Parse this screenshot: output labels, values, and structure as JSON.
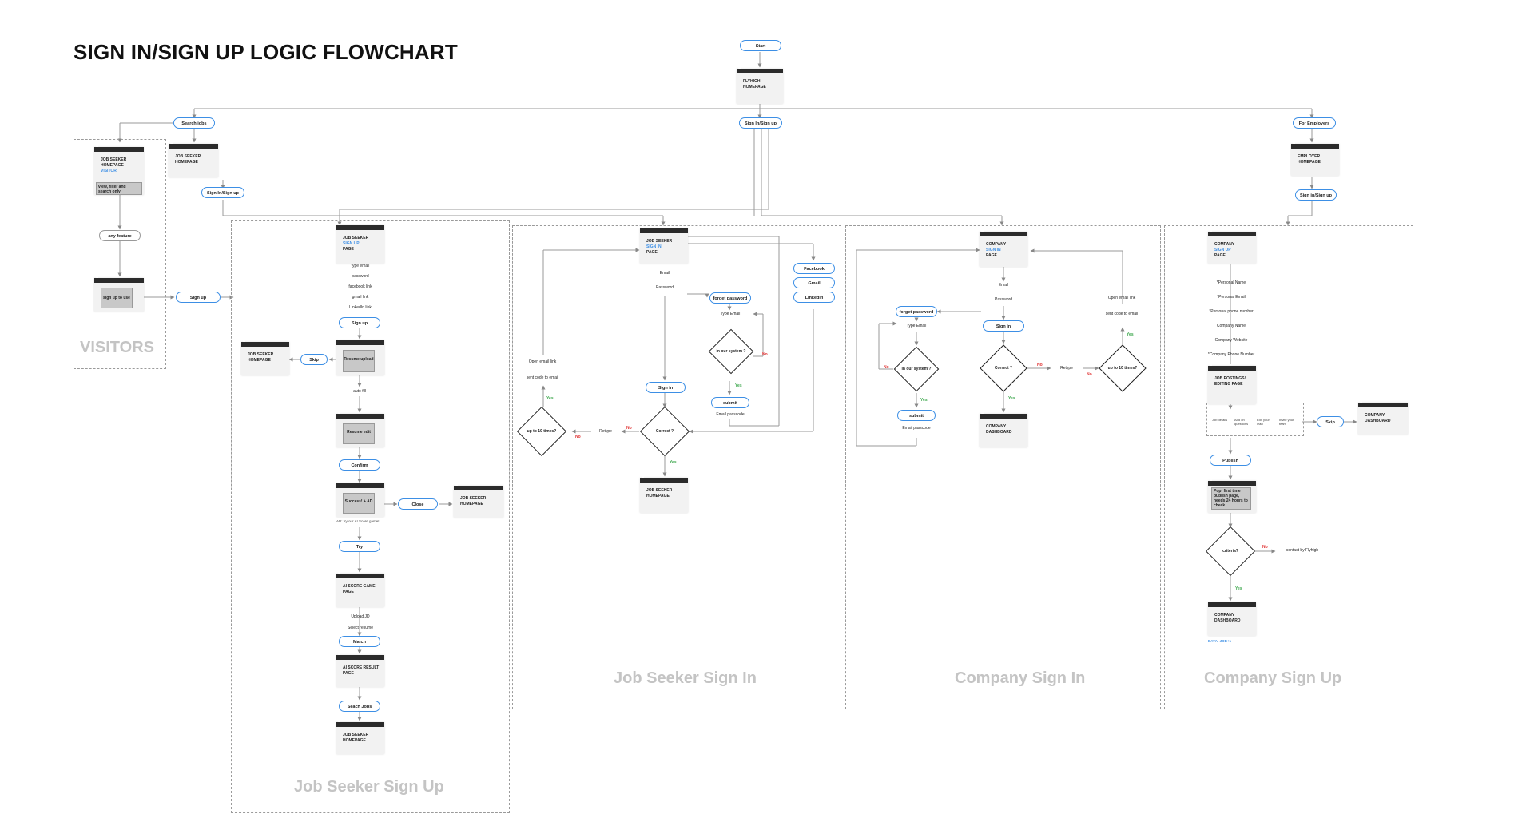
{
  "title": "SIGN IN/SIGN UP LOGIC FLOWCHART",
  "sections": {
    "visitors": "VISITORS",
    "job_seeker_sign_up": "Job Seeker Sign Up",
    "job_seeker_sign_in": "Job Seeker Sign In",
    "company_sign_in": "Company Sign In",
    "company_sign_up": "Company Sign Up"
  },
  "top": {
    "start": "Start",
    "flyhigh_homepage": "FLYHIGH HOMEPAGE",
    "search_jobs": "Search jobs",
    "sign_in_sign_up": "Sign In/Sign up",
    "for_employers": "For Employers",
    "employer_homepage": "EMPLOYER HOMEPAGE",
    "employer_sign_in": "Sign in/Sign up"
  },
  "visitors": {
    "screen_title": "JOB SEEKER HOMEPAGE",
    "screen_sub": "VISITOR",
    "view_filter": "view, filter and search only",
    "any_feature": "any feature",
    "sign_up_to_use": "sign up to use",
    "sign_up_btn": "Sign up",
    "homepage2": "JOB SEEKER HOMEPAGE",
    "sign_in_up2": "Sign In/Sign up"
  },
  "js_signup": {
    "page_title": "JOB SEEKER",
    "page_sub": "SIGN UP",
    "page_word": "PAGE",
    "inputs": [
      "type email",
      "password",
      "facebook link",
      "gmail link",
      "LinkedIn link"
    ],
    "sign_up": "Sign up",
    "resume_upload": "Resume upload",
    "skip": "Skip",
    "skip_target": "JOB SEEKER HOMEPAGE",
    "auto_fill": "auto fill",
    "resume_edit": "Resume edit",
    "confirm": "Confirm",
    "success_ad": "Success! + AD",
    "close": "Close",
    "close_target": "JOB SEEKER HOMEPAGE",
    "ad_text": "AD: try our AI Score game!",
    "try": "Try",
    "ai_game": "AI SCORE GAME PAGE",
    "upload_jd": "Upload JD",
    "select_resume": "Select resume",
    "match": "Match",
    "ai_result": "AI SCORE RESULT PAGE",
    "search_jobs": "Seach Jobs",
    "final_home": "JOB SEEKER HOMEPAGE"
  },
  "js_signin": {
    "page_title": "JOB SEEKER",
    "page_sub": "SIGN IN",
    "page_word": "PAGE",
    "email": "Email",
    "password": "Password",
    "social": [
      "Facebook",
      "Gmail",
      "Linkedin"
    ],
    "forget_password": "forget password",
    "type_email": "Type Email",
    "in_system": "in our system ?",
    "submit": "submit",
    "email_passcode": "Email passcode",
    "sign_in": "Sign in",
    "correct": "Correct ?",
    "retype": "Retype",
    "up_to_10": "up to 10 times?",
    "open_email_link": "Open email link",
    "sent_code": "sent code to email",
    "home": "JOB SEEKER HOMEPAGE"
  },
  "co_signin": {
    "page_title": "COMPANY",
    "page_sub": "SIGN IN",
    "page_word": "PAGE",
    "email": "Email",
    "password": "Password",
    "sign_in": "Sign in",
    "forget_password": "forget password",
    "type_email": "Type Email",
    "in_system": "in our system ?",
    "submit": "submit",
    "email_passcode": "Email passcode",
    "correct": "Correct ?",
    "retype": "Retype",
    "up_to_10": "up to 10 times?",
    "open_email_link": "Open email link",
    "sent_code": "sent code to email",
    "dashboard": "COMPANY DASHBOARD"
  },
  "co_signup": {
    "page_title": "COMPANY",
    "page_sub": "SIGN UP",
    "page_word": "PAGE",
    "inputs": [
      "*Personal Name",
      "*Personal Email",
      "*Personal phone number",
      "Company Name",
      "Company Website",
      "*Company Phone Number"
    ],
    "job_postings": "JOB POSTINGS/ EDITING PAGE",
    "skip": "Skip",
    "dashboard1": "COMPANY DASHBOARD",
    "publish": "Publish",
    "pop": "Pop: first time publish page, needs 24 hours to check",
    "criteria": "criteria?",
    "contact": "contact by Flyhigh",
    "dashboard2": "COMPANY DASHBOARD",
    "data_note": "DATA: JOB+1",
    "steps": [
      "Job details",
      "Add on questions",
      "Edit your lead",
      "Invite your team"
    ]
  },
  "tags": {
    "yes": "Yes",
    "no": "No"
  }
}
